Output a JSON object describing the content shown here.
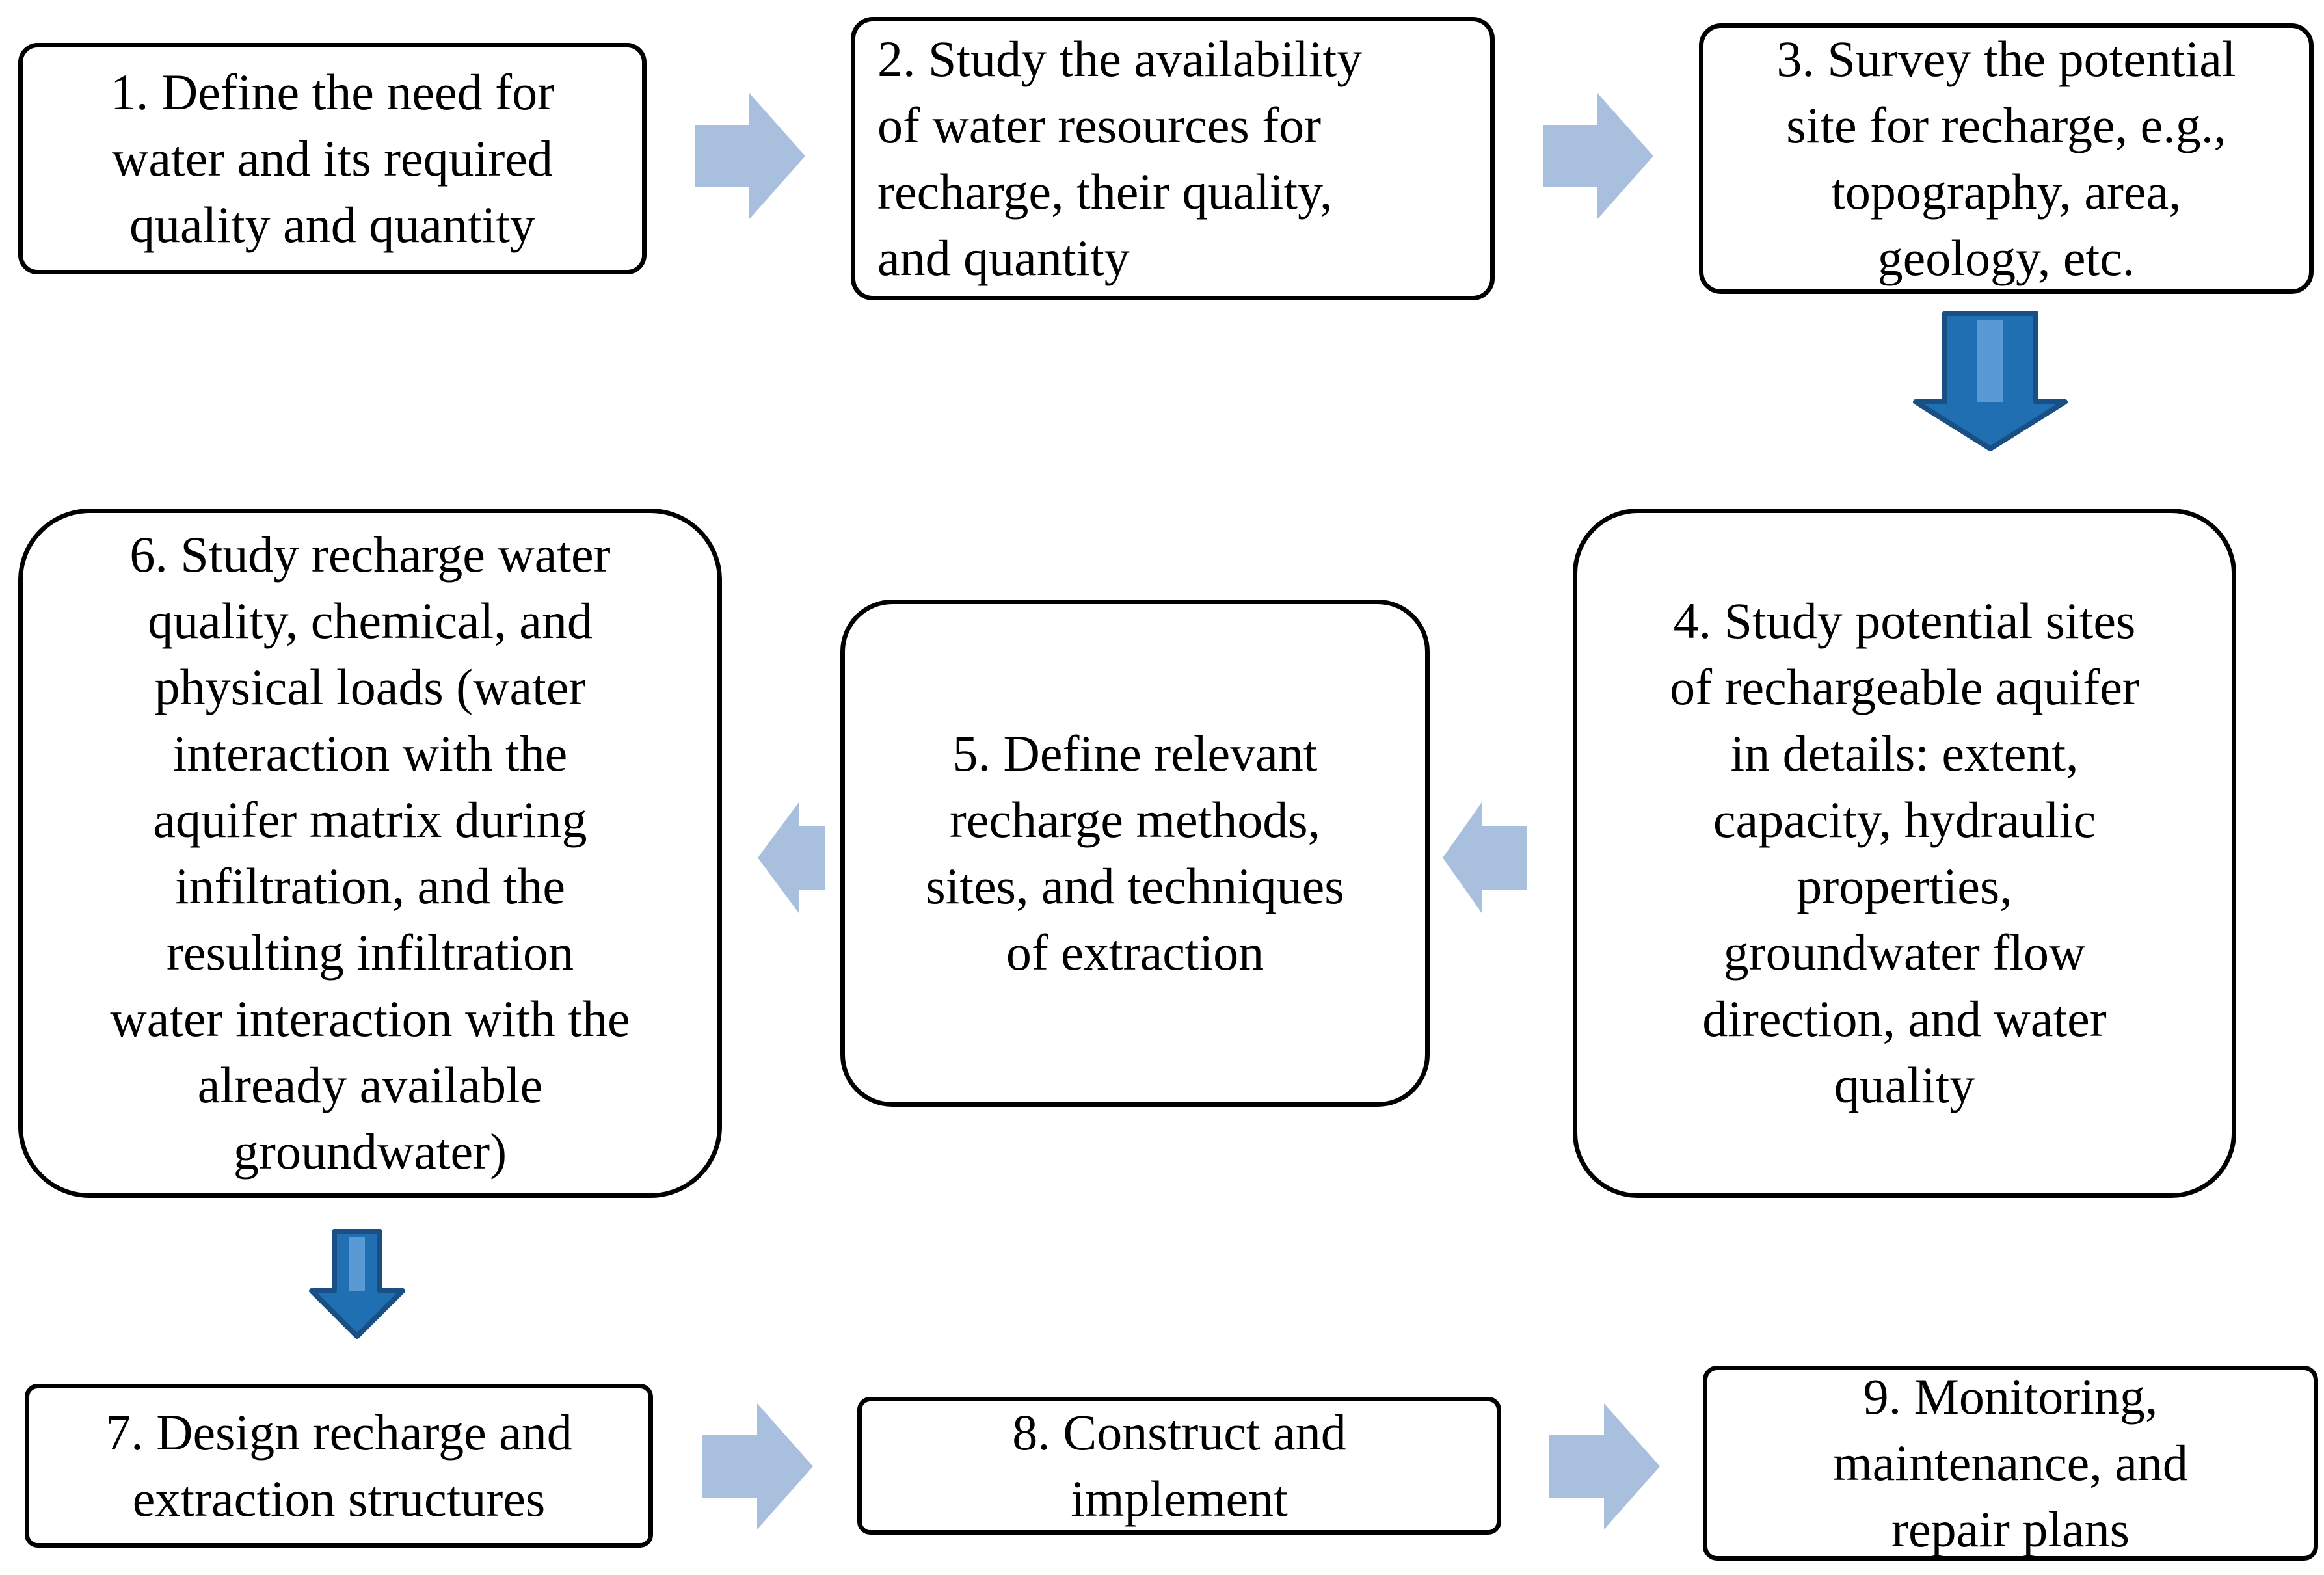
{
  "colors": {
    "box_border": "#000000",
    "box_fill": "#ffffff",
    "arrow_light": "#a9bfde",
    "arrow_dark": "#1f6fb2",
    "arrow_dark_outline": "#1a4f84"
  },
  "steps": [
    {
      "id": "step-1",
      "text": "1. Define the need for\nwater and its required\nquality and quantity"
    },
    {
      "id": "step-2",
      "text": "2. Study the availability\nof water resources for\nrecharge, their quality,\nand quantity"
    },
    {
      "id": "step-3",
      "text": "3. Survey the potential\nsite for recharge, e.g.,\ntopography, area,\ngeology, etc."
    },
    {
      "id": "step-4",
      "text": "4. Study potential sites\nof rechargeable aquifer\nin details: extent,\ncapacity, hydraulic\nproperties,\ngroundwater flow\ndirection, and water\nquality"
    },
    {
      "id": "step-5",
      "text": "5. Define relevant\nrecharge methods,\nsites, and techniques\nof extraction"
    },
    {
      "id": "step-6",
      "text": "6. Study recharge water\nquality, chemical, and\nphysical loads (water\ninteraction with the\naquifer matrix during\ninfiltration, and the\nresulting infiltration\nwater interaction with the\nalready available\ngroundwater)"
    },
    {
      "id": "step-7",
      "text": "7. Design recharge and\nextraction structures"
    },
    {
      "id": "step-8",
      "text": "8.  Construct and\nimplement"
    },
    {
      "id": "step-9",
      "text": "9. Monitoring,\nmaintenance, and\nrepair plans"
    }
  ],
  "connectors": [
    {
      "from": "step-1",
      "to": "step-2",
      "direction": "right",
      "style": "light"
    },
    {
      "from": "step-2",
      "to": "step-3",
      "direction": "right",
      "style": "light"
    },
    {
      "from": "step-3",
      "to": "step-4",
      "direction": "down",
      "style": "dark"
    },
    {
      "from": "step-4",
      "to": "step-5",
      "direction": "left",
      "style": "light"
    },
    {
      "from": "step-5",
      "to": "step-6",
      "direction": "left",
      "style": "light"
    },
    {
      "from": "step-6",
      "to": "step-7",
      "direction": "down",
      "style": "dark"
    },
    {
      "from": "step-7",
      "to": "step-8",
      "direction": "right",
      "style": "light"
    },
    {
      "from": "step-8",
      "to": "step-9",
      "direction": "right",
      "style": "light"
    }
  ]
}
